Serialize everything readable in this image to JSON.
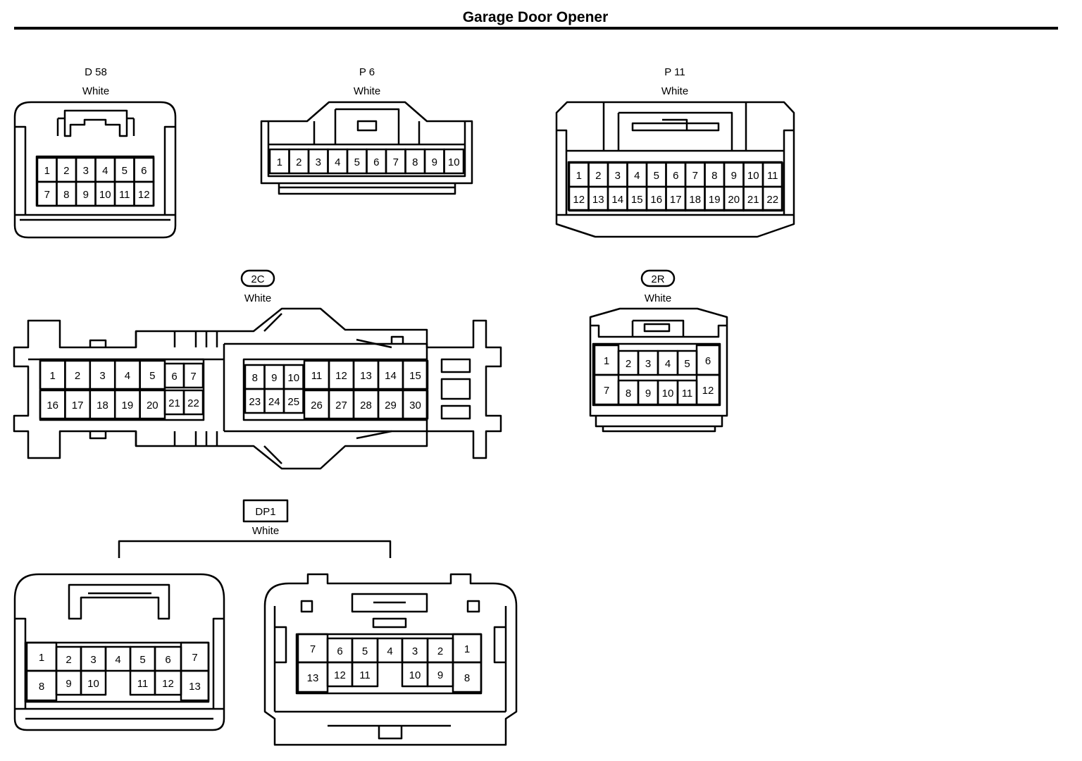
{
  "page_title": "Garage Door Opener",
  "connectors": {
    "d58": {
      "code": "D 58",
      "color": "White",
      "pins": [
        "1",
        "2",
        "3",
        "4",
        "5",
        "6",
        "7",
        "8",
        "9",
        "10",
        "11",
        "12"
      ]
    },
    "p6": {
      "code": "P 6",
      "color": "White",
      "pins": [
        "1",
        "2",
        "3",
        "4",
        "5",
        "6",
        "7",
        "8",
        "9",
        "10"
      ]
    },
    "p11": {
      "code": "P 11",
      "color": "White",
      "pins": [
        "1",
        "2",
        "3",
        "4",
        "5",
        "6",
        "7",
        "8",
        "9",
        "10",
        "11",
        "12",
        "13",
        "14",
        "15",
        "16",
        "17",
        "18",
        "19",
        "20",
        "21",
        "22"
      ]
    },
    "c2c": {
      "code": "2C",
      "color": "White",
      "pins": [
        "1",
        "2",
        "3",
        "4",
        "5",
        "6",
        "7",
        "16",
        "17",
        "18",
        "19",
        "20",
        "21",
        "22",
        "8",
        "9",
        "10",
        "23",
        "24",
        "25",
        "11",
        "12",
        "13",
        "14",
        "15",
        "26",
        "27",
        "28",
        "29",
        "30"
      ]
    },
    "c2r": {
      "code": "2R",
      "color": "White",
      "pins": [
        "1",
        "2",
        "3",
        "4",
        "5",
        "6",
        "7",
        "8",
        "9",
        "10",
        "11",
        "12"
      ]
    },
    "dp1": {
      "code": "DP1",
      "color": "White",
      "left_pins": [
        "1",
        "2",
        "3",
        "4",
        "5",
        "6",
        "7",
        "8",
        "9",
        "10",
        "11",
        "12",
        "13"
      ],
      "right_pins": [
        "7",
        "6",
        "5",
        "4",
        "3",
        "2",
        "1",
        "13",
        "12",
        "11",
        "10",
        "9",
        "8"
      ]
    }
  }
}
